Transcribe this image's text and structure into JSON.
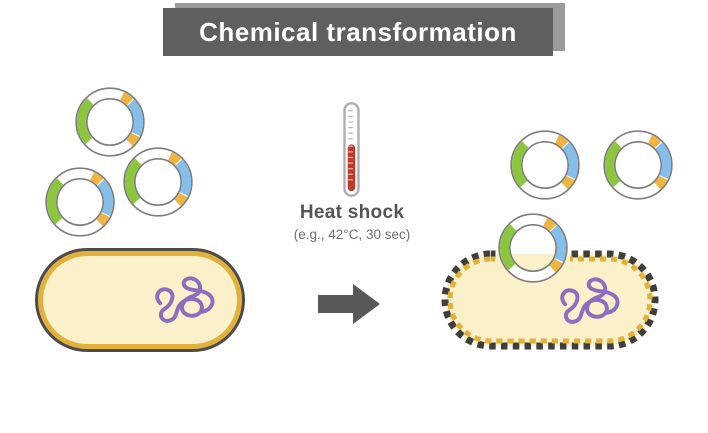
{
  "title_bar": {
    "label": "Chemical transformation"
  },
  "heat_shock": {
    "label": "Heat shock",
    "detail": "(e.g., 42°C, 30 sec)"
  },
  "diagram": {
    "left_side": {
      "description_elements": [
        "plasmid",
        "plasmid",
        "plasmid",
        "donor-bacterium-with-chromosomal-dna"
      ],
      "plasmid_count": 3
    },
    "middle": {
      "icon": "thermometer-icon",
      "arrow": "arrow-right-icon"
    },
    "right_side": {
      "description_elements": [
        "plasmid",
        "plasmid",
        "plasmid-entering-membrane",
        "permeabilized-bacterium-with-chromosomal-dna"
      ],
      "plasmid_count": 3,
      "membrane_style": "dashed"
    }
  },
  "colors": {
    "title_bar_bg": "#5F5F5F",
    "title_bar_shadow": "#9B9B9B",
    "title_text": "#FFFFFF",
    "heat_label_text": "#555555",
    "heat_detail_text": "#6E6E6E",
    "arrow": "#57585A",
    "bacterium_fill": "#FAF0CA",
    "bacterium_outline": "#4E4B46",
    "bacterium_inner_ring": "#E1B13B",
    "membrane_dash_dark": "#403E3B",
    "membrane_dash_gold": "#E0B23A",
    "plasmid_band": "#FFFFFF",
    "plasmid_edge": "#7D7D7D",
    "plasmid_green": "#8CC63F",
    "plasmid_blue": "#85BFE9",
    "plasmid_yellow": "#F0B441",
    "chromosomal_dna": "#8A6FC0",
    "thermometer_outline": "#ACACAC",
    "thermometer_mercury": "#C03A2B"
  }
}
